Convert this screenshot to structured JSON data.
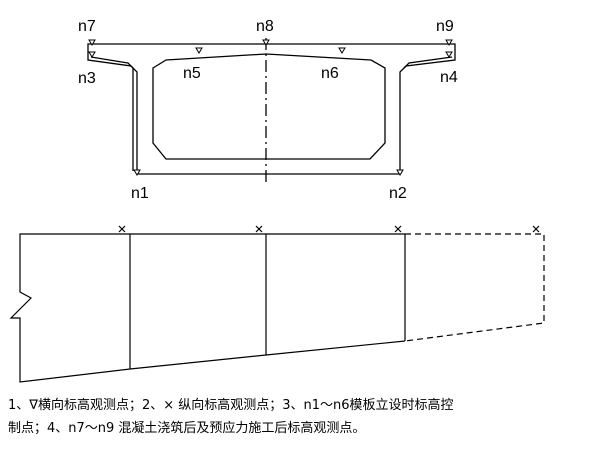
{
  "cross_section": {
    "point_labels": {
      "n1": "n1",
      "n2": "n2",
      "n3": "n3",
      "n4": "n4",
      "n5": "n5",
      "n6": "n6",
      "n7": "n7",
      "n8": "n8",
      "n9": "n9"
    }
  },
  "caption": {
    "line1": "1、∇横向标高观测点；2、× 纵向标高观测点；3、n1～n6模板立设时标高控",
    "line2": "制点；4、n7～n9 混凝土浇筑后及预应力施工后标高观测点。"
  }
}
